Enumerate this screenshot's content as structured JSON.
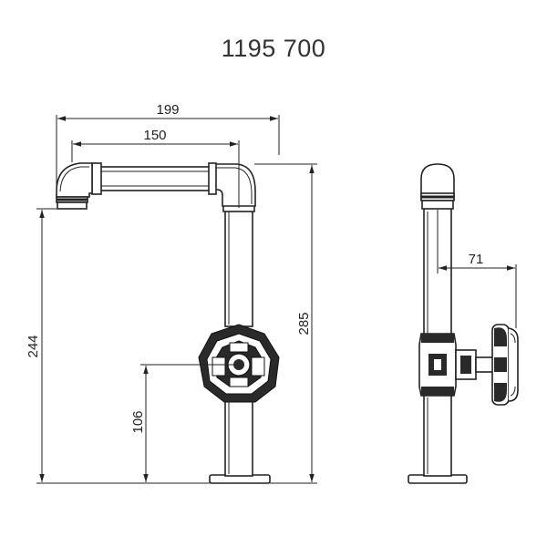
{
  "title": "1195 700",
  "dimensions": {
    "overall_width": "199",
    "spout_reach": "150",
    "outlet_height": "244",
    "total_height": "285",
    "handle_height": "106",
    "handle_projection": "71"
  }
}
